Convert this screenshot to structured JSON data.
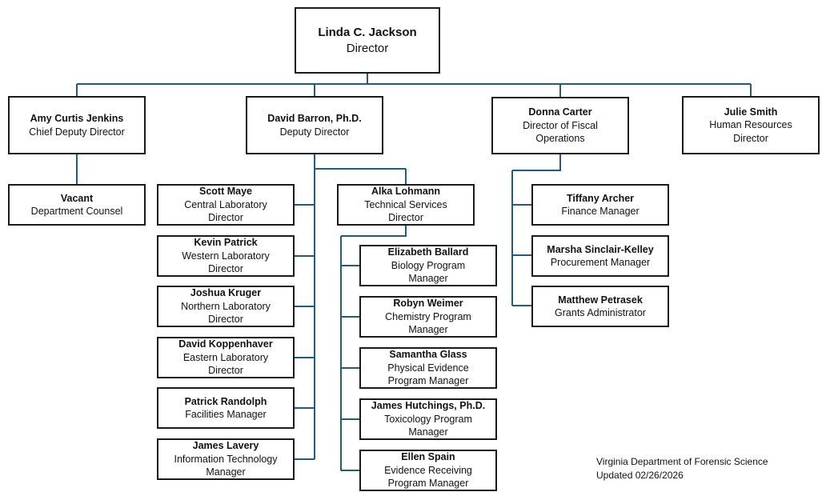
{
  "org": {
    "director": {
      "name": "Linda C. Jackson",
      "title": "Director"
    },
    "chief_deputy": {
      "name": "Amy Curtis Jenkins",
      "title": "Chief Deputy Director"
    },
    "vacant": {
      "name": "Vacant",
      "title": "Department Counsel"
    },
    "deputy": {
      "name": "David Barron, Ph.D.",
      "title": "Deputy Director"
    },
    "fiscal": {
      "name": "Donna Carter",
      "title": "Director of Fiscal Operations"
    },
    "hr": {
      "name": "Julie Smith",
      "title": "Human Resources Director"
    },
    "labs": [
      {
        "name": "Scott Maye",
        "title": "Central Laboratory Director"
      },
      {
        "name": "Kevin Patrick",
        "title": "Western Laboratory Director"
      },
      {
        "name": "Joshua Kruger",
        "title": "Northern Laboratory Director"
      },
      {
        "name": "David Koppenhaver",
        "title": "Eastern Laboratory Director"
      },
      {
        "name": "Patrick Randolph",
        "title": "Facilities Manager"
      },
      {
        "name": "James Lavery",
        "title": "Information Technology Manager"
      }
    ],
    "tech_services": {
      "name": "Alka Lohmann",
      "title": "Technical Services Director"
    },
    "programs": [
      {
        "name": "Elizabeth Ballard",
        "title": "Biology Program Manager"
      },
      {
        "name": "Robyn Weimer",
        "title": "Chemistry Program Manager"
      },
      {
        "name": "Samantha Glass",
        "title": "Physical Evidence Program Manager"
      },
      {
        "name": "James Hutchings, Ph.D.",
        "title": "Toxicology Program Manager"
      },
      {
        "name": "Ellen Spain",
        "title": "Evidence Receiving Program Manager"
      }
    ],
    "fiscal_staff": [
      {
        "name": "Tiffany Archer",
        "title": "Finance Manager"
      },
      {
        "name": "Marsha Sinclair-Kelley",
        "title": "Procurement Manager"
      },
      {
        "name": "Matthew Petrasek",
        "title": "Grants Administrator"
      }
    ]
  },
  "footer": {
    "line1": "Virginia Department of Forensic Science",
    "line2": "Updated 02/26/2026"
  },
  "colors": {
    "connector": "#1f5c80",
    "box_border": "#1a1a1a"
  }
}
